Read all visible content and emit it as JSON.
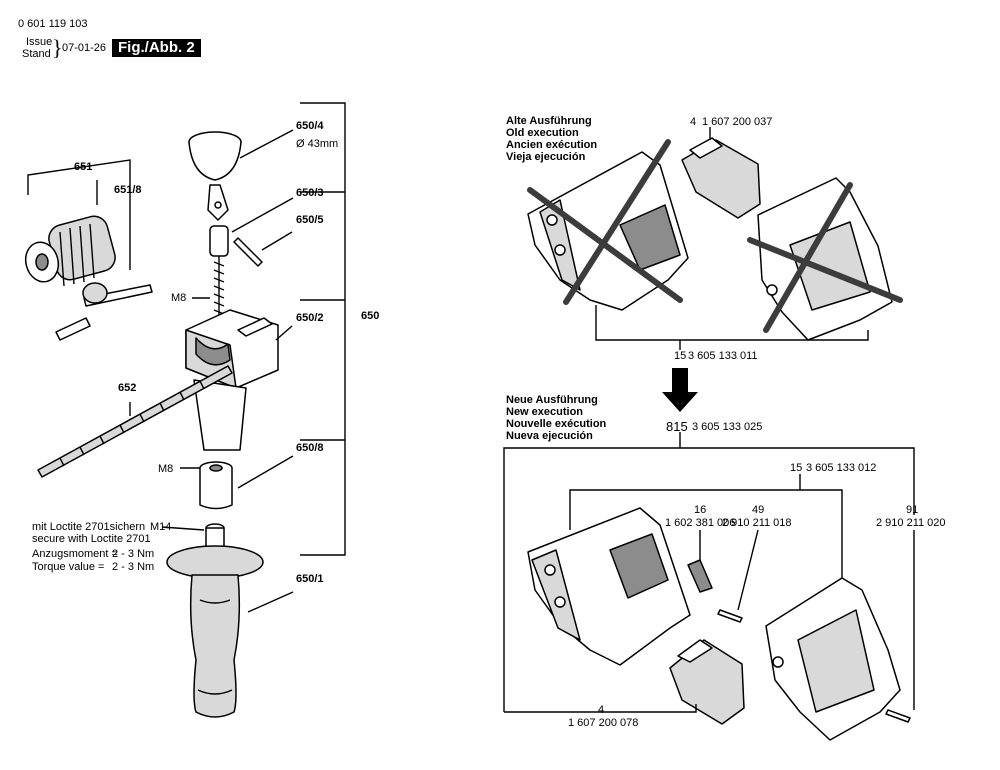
{
  "header": {
    "doc_number": "0 601 119 103",
    "issue_label": "Issue",
    "stand_label": "Stand",
    "date": "07-01-26",
    "figure": "Fig./Abb. 2"
  },
  "left": {
    "p651": "651",
    "p651_8": "651/8",
    "p650_4": "650/4",
    "dia": "Ø 43mm",
    "p650_3": "650/3",
    "p650_5": "650/5",
    "m8a": "M8",
    "p650_2": "650/2",
    "p650": "650",
    "p652": "652",
    "p650_8": "650/8",
    "m8b": "M8",
    "loctite_de": "mit Loctite 2701sichern",
    "m14": "M14",
    "loctite_en": "secure with Loctite 2701",
    "torque_de_label": "Anzugsmoment =",
    "torque_de_val": "2 - 3 Nm",
    "torque_en_label": "Torque value =",
    "torque_en_val": "2 - 3 Nm",
    "p650_1": "650/1"
  },
  "right": {
    "old": [
      "Alte Ausführung",
      "Old execution",
      "Ancien exécution",
      "Vieja ejecución"
    ],
    "old_part_no": "4",
    "old_part_code": "1 607 200 037",
    "old_set_no": "15",
    "old_set_code": "3 605 133 011",
    "new": [
      "Neue Ausführung",
      "New execution",
      "Nouvelle exécution",
      "Nueva ejecución"
    ],
    "new_set_no": "815",
    "new_set_code": "3 605 133 025",
    "housing_no": "15",
    "housing_code": "3 605 133 012",
    "p16_no": "16",
    "p16_code": "1 602 381 006",
    "p49_no": "49",
    "p49_code": "2 910 211 018",
    "p91_no": "91",
    "p91_code": "2 910 211 020",
    "new_part_no": "4",
    "new_part_code": "1 607 200 078"
  }
}
